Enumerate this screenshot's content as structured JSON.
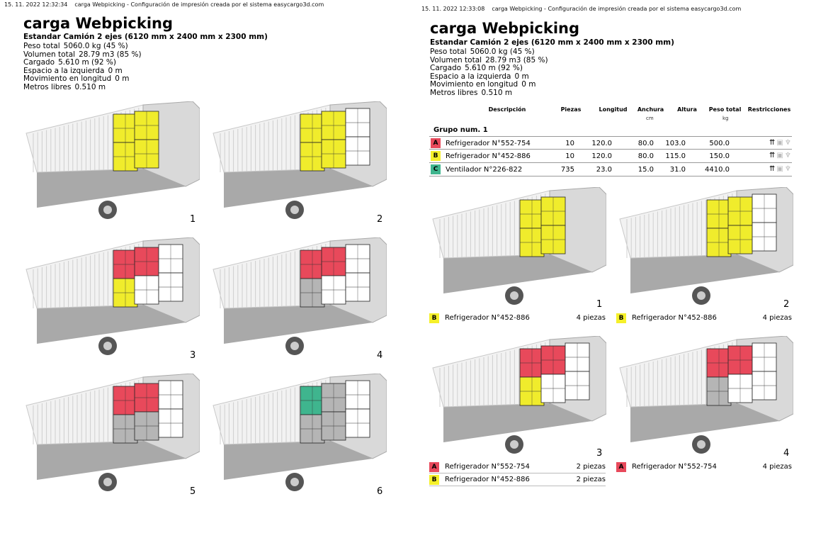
{
  "pages": [
    {
      "timestamp": "15. 11. 2022 12:32:34",
      "header_text": "carga Webpicking - Configuración de impresión creada por el sistema easycargo3d.com"
    },
    {
      "timestamp": "15. 11. 2022 12:33:08",
      "header_text": "carga Webpicking - Configuración de impresión creada por el sistema easycargo3d.com"
    }
  ],
  "report": {
    "title": "carga Webpicking",
    "truck": "Estandar Camión 2 ejes (6120 mm x 2400 mm x 2300 mm)",
    "stats": [
      {
        "label": "Peso total",
        "value": "5060.0 kg (45 %)"
      },
      {
        "label": "Volumen total",
        "value": "28.79 m3 (85 %)"
      },
      {
        "label": "Cargado",
        "value": "5.610 m (92 %)"
      },
      {
        "label": "Espacio a la izquierda",
        "value": "0 m"
      },
      {
        "label": "Movimiento en longitud",
        "value": "0 m"
      },
      {
        "label": "Metros libres",
        "value": "0.510 m"
      }
    ]
  },
  "table": {
    "headers": {
      "descripcion": "Descripción",
      "piezas": "Piezas",
      "longitud": "Longitud",
      "anchura": "Anchura",
      "altura": "Altura",
      "peso": "Peso total",
      "restricciones": "Restricciones",
      "unit_cm": "cm",
      "unit_kg": "kg"
    },
    "group_label": "Grupo num. 1",
    "rows": [
      {
        "code": "A",
        "desc": "Refrigerador N°552-754",
        "piezas": "10",
        "longitud": "120.0",
        "anchura": "80.0",
        "altura": "103.0",
        "peso": "500.0",
        "color": "#e8495b"
      },
      {
        "code": "B",
        "desc": "Refrigerador N°452-886",
        "piezas": "10",
        "longitud": "120.0",
        "anchura": "80.0",
        "altura": "115.0",
        "peso": "150.0",
        "color": "#f5f02a"
      },
      {
        "code": "C",
        "desc": "Ventilador N°226-822",
        "piezas": "735",
        "longitud": "23.0",
        "anchura": "15.0",
        "altura": "31.0",
        "peso": "4410.0",
        "color": "#3fb58e"
      }
    ],
    "restriction_icons": [
      "arrows-up-icon",
      "no-stack-icon",
      "fragile-icon"
    ]
  },
  "left_steps": [
    "1",
    "2",
    "3",
    "4",
    "5",
    "6"
  ],
  "right_steps": [
    {
      "num": "1",
      "items": [
        {
          "code": "B",
          "name": "Refrigerador N°452-886",
          "qty": "4 piezas"
        }
      ]
    },
    {
      "num": "2",
      "items": [
        {
          "code": "B",
          "name": "Refrigerador N°452-886",
          "qty": "4 piezas"
        }
      ]
    },
    {
      "num": "3",
      "items": [
        {
          "code": "A",
          "name": "Refrigerador N°552-754",
          "qty": "2 piezas"
        },
        {
          "code": "B",
          "name": "Refrigerador N°452-886",
          "qty": "2 piezas"
        }
      ]
    },
    {
      "num": "4",
      "items": [
        {
          "code": "A",
          "name": "Refrigerador N°552-754",
          "qty": "4 piezas"
        }
      ]
    }
  ]
}
